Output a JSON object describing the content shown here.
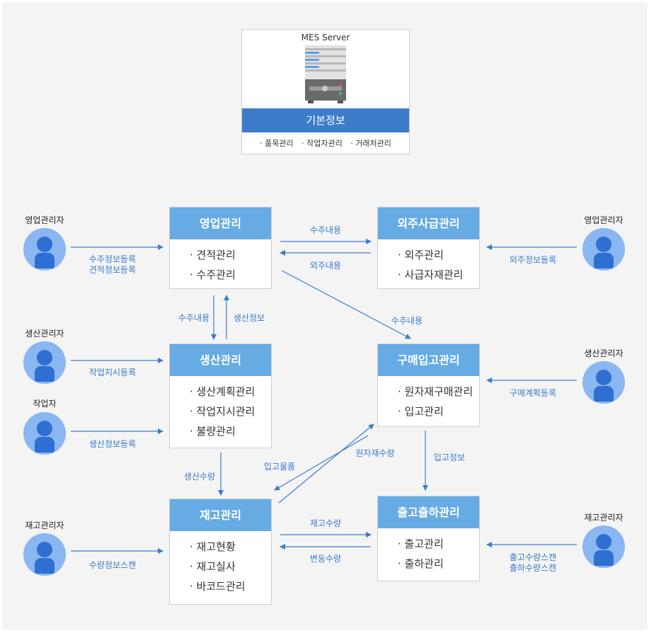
{
  "server": {
    "title": "MES Server",
    "bar": "기본정보",
    "items": [
      "· 품목관리",
      "· 작업자관리",
      "· 거래처관리"
    ]
  },
  "boxes": {
    "sales": {
      "title": "영업관리",
      "items": [
        "견적관리",
        "수주관리"
      ]
    },
    "outsourcing": {
      "title": "외주사급관리",
      "items": [
        "외주관리",
        "사급자재관리"
      ]
    },
    "production": {
      "title": "생산관리",
      "items": [
        "생산계획관리",
        "작업지시관리",
        "불량관리"
      ]
    },
    "purchase": {
      "title": "구매입고관리",
      "items": [
        "원자재구매관리",
        "입고관리"
      ]
    },
    "inventory": {
      "title": "재고관리",
      "items": [
        "재고현황",
        "재고실사",
        "바코드관리"
      ]
    },
    "shipping": {
      "title": "출고출하관리",
      "items": [
        "출고관리",
        "출하관리"
      ]
    }
  },
  "actors": {
    "a1": "영업관리자",
    "a2": "생산관리자",
    "a3": "작업자",
    "a4": "재고관리자",
    "a5": "영업관리자",
    "a6": "생산관리자",
    "a7": "재고관리자"
  },
  "labels": {
    "l1": "수주정보등록\n견적정보등록",
    "l2": "작업지시등록",
    "l3": "생산정보등록",
    "l4": "수량정보스캔",
    "l5": "외주정보등록",
    "l6": "구매계획등록",
    "l7": "출고수량스캔\n출하수량스캔",
    "l8": "수주내용",
    "l9": "외주내용",
    "l10": "수주내용",
    "l11": "생산정보",
    "l12": "수주내용",
    "l13": "생산수량",
    "l14": "입고물품",
    "l15": "원자재수량",
    "l16": "입고정보",
    "l17": "재고수량",
    "l18": "변동수량"
  },
  "colors": {
    "accent": "#3d7cc9",
    "box_header": "#66abe3",
    "actor": "#8ab6f1"
  }
}
